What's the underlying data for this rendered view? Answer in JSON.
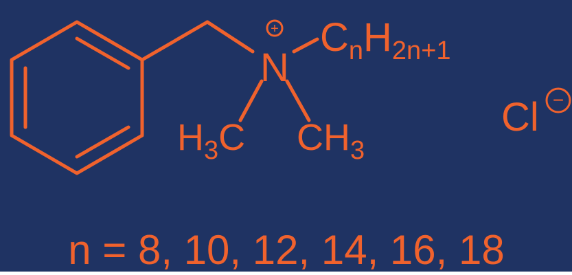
{
  "colors": {
    "background": "#1f3363",
    "structure": "#f0622d"
  },
  "molecule": {
    "nitrogen": "N",
    "nitrogen_charge": "+",
    "alkyl_chain": {
      "carbon": "C",
      "carbon_subscript": "n",
      "hydrogen": "H",
      "hydrogen_subscript": "2n+1"
    },
    "methyl_left": {
      "hydrogen": "H",
      "subscript": "3",
      "carbon": "C"
    },
    "methyl_right": {
      "carbon": "CH",
      "subscript": "3"
    },
    "counter_ion": {
      "symbol": "Cl",
      "charge": "−"
    }
  },
  "caption": "n = 8, 10, 12, 14, 16, 18"
}
